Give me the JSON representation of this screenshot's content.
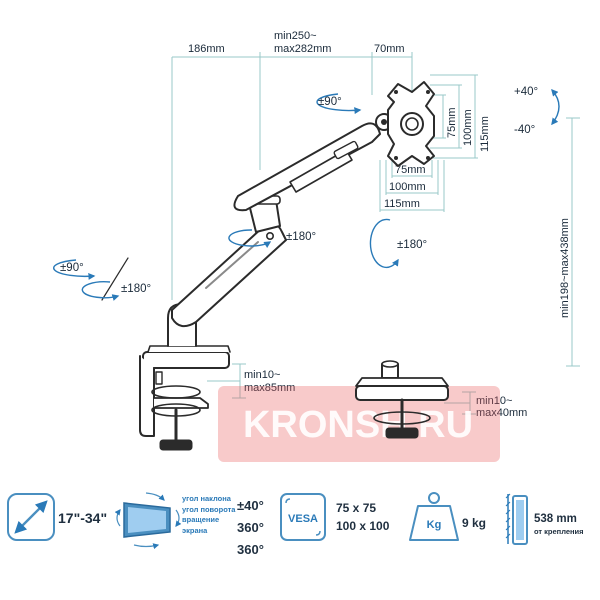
{
  "dimensions": {
    "reach_a": "186mm",
    "reach_b_line1": "min250~",
    "reach_b_line2": "max282mm",
    "vesa_offset": "70mm",
    "vesa_v75": "75mm",
    "vesa_v100": "100mm",
    "vesa_v115": "115mm",
    "vesa_h75": "75mm",
    "vesa_h100": "100mm",
    "vesa_h115": "115mm",
    "height_range": "min198~max438mm",
    "clamp1_line1": "min10~",
    "clamp1_line2": "max85mm",
    "clamp2_line1": "min10~",
    "clamp2_line2": "max40mm"
  },
  "rotations": {
    "top": "±90°",
    "mid": "±180°",
    "left": "±90°",
    "base": "±180°",
    "head": "±180°",
    "tilt_up": "+40°",
    "tilt_down": "-40°"
  },
  "watermark": "KRONSH.RU",
  "footer": {
    "screen_size": "17\"-34\"",
    "label_tilt": "угол наклона",
    "label_swivel": "угол поворота",
    "label_rotation": "вращение экрана",
    "value_tilt": "±40°",
    "value_swivel": "360°",
    "value_rotation": "360°",
    "vesa_badge": "VESA",
    "vesa_line1": "75 x 75",
    "vesa_line2": "100 x 100",
    "weight_badge": "Kg",
    "weight_value": "9 kg",
    "depth_value": "538 mm",
    "depth_label": "от крепления"
  },
  "colors": {
    "accent": "#4a8fc0",
    "line": "#9ac8c8",
    "arm": "#2b2b2b",
    "watermark": "#d83a3a"
  }
}
